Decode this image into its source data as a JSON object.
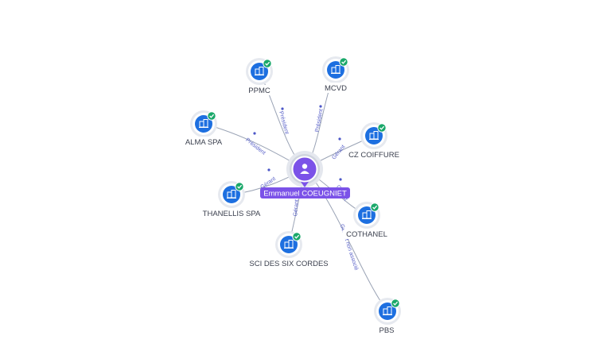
{
  "center": {
    "name": "Emmanuel COEUGNIET",
    "icon": "person-icon"
  },
  "companies": [
    {
      "id": "ppmc",
      "name": "PPMC",
      "relation": "Président",
      "icon": "building-icon",
      "verified": true
    },
    {
      "id": "mcvd",
      "name": "MCVD",
      "relation": "Président",
      "icon": "building-icon",
      "verified": true
    },
    {
      "id": "alma-spa",
      "name": "ALMA SPA",
      "relation": "Président",
      "icon": "building-icon",
      "verified": true
    },
    {
      "id": "cz-coiffure",
      "name": "CZ COIFFURE",
      "relation": "Gérant",
      "icon": "building-icon",
      "verified": true
    },
    {
      "id": "thanellis-spa",
      "name": "THANELLIS SPA",
      "relation": "Gérant",
      "icon": "building-icon",
      "verified": true
    },
    {
      "id": "cothanel",
      "name": "COTHANEL",
      "relation": "Gérant",
      "icon": "building-icon",
      "verified": true
    },
    {
      "id": "sci-des-six-cordes",
      "name": "SCI DES SIX CORDES",
      "relation": "Gérant",
      "icon": "building-icon",
      "verified": true
    },
    {
      "id": "pbs",
      "name": "PBS",
      "relation": "Gérant non associé",
      "icon": "building-icon",
      "verified": true
    }
  ],
  "colors": {
    "node_fill": "#1d6fe0",
    "check_fill": "#1aa86a",
    "center_fill": "#7b52e8",
    "edge": "#9aa3b5",
    "edge_label": "#5b63c9"
  }
}
